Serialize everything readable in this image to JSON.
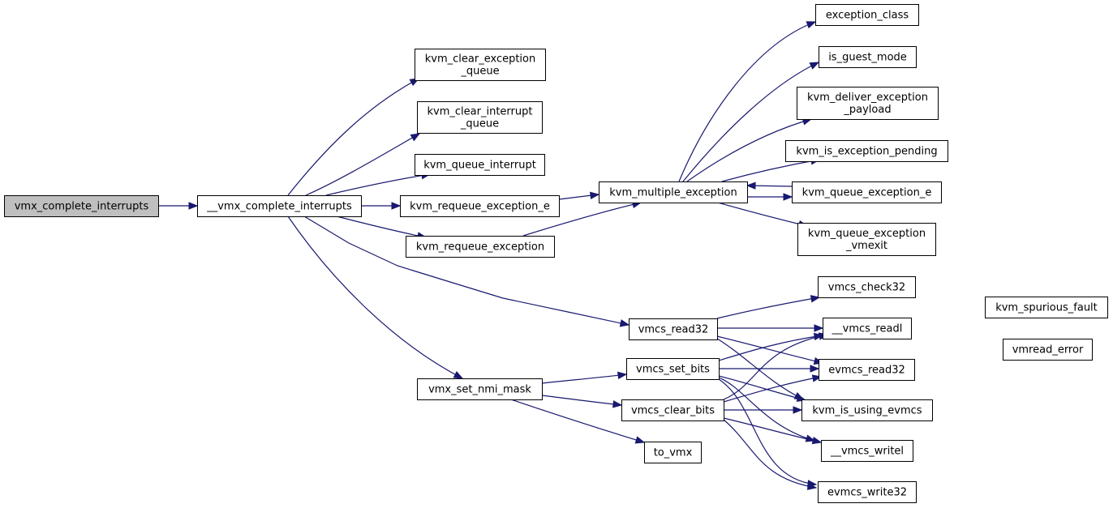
{
  "colors": {
    "edge": "#191970",
    "node_fill": "#ffffff",
    "root_fill": "#bfbfbf",
    "border": "#000000"
  },
  "nodes": [
    {
      "id": "vmx_complete_interrupts",
      "lines": [
        "vmx_complete_interrupts"
      ],
      "root": true
    },
    {
      "id": "__vmx_complete_interrupts",
      "lines": [
        "__vmx_complete_interrupts"
      ]
    },
    {
      "id": "kvm_clear_exception_queue",
      "lines": [
        "kvm_clear_exception",
        "_queue"
      ]
    },
    {
      "id": "kvm_clear_interrupt_queue",
      "lines": [
        "kvm_clear_interrupt",
        "_queue"
      ]
    },
    {
      "id": "kvm_queue_interrupt",
      "lines": [
        "kvm_queue_interrupt"
      ]
    },
    {
      "id": "kvm_requeue_exception_e",
      "lines": [
        "kvm_requeue_exception_e"
      ]
    },
    {
      "id": "kvm_requeue_exception",
      "lines": [
        "kvm_requeue_exception"
      ]
    },
    {
      "id": "vmcs_read32",
      "lines": [
        "vmcs_read32"
      ]
    },
    {
      "id": "vmx_set_nmi_mask",
      "lines": [
        "vmx_set_nmi_mask"
      ]
    },
    {
      "id": "kvm_multiple_exception",
      "lines": [
        "kvm_multiple_exception"
      ]
    },
    {
      "id": "exception_class",
      "lines": [
        "exception_class"
      ]
    },
    {
      "id": "is_guest_mode",
      "lines": [
        "is_guest_mode"
      ]
    },
    {
      "id": "kvm_deliver_exception_payload",
      "lines": [
        "kvm_deliver_exception",
        "_payload"
      ]
    },
    {
      "id": "kvm_is_exception_pending",
      "lines": [
        "kvm_is_exception_pending"
      ]
    },
    {
      "id": "kvm_queue_exception_e",
      "lines": [
        "kvm_queue_exception_e"
      ]
    },
    {
      "id": "kvm_queue_exception_vmexit",
      "lines": [
        "kvm_queue_exception",
        "_vmexit"
      ]
    },
    {
      "id": "vmcs_check32",
      "lines": [
        "vmcs_check32"
      ]
    },
    {
      "id": "__vmcs_readl",
      "lines": [
        "__vmcs_readl"
      ]
    },
    {
      "id": "evmcs_read32",
      "lines": [
        "evmcs_read32"
      ]
    },
    {
      "id": "kvm_is_using_evmcs",
      "lines": [
        "kvm_is_using_evmcs"
      ]
    },
    {
      "id": "vmcs_set_bits",
      "lines": [
        "vmcs_set_bits"
      ]
    },
    {
      "id": "vmcs_clear_bits",
      "lines": [
        "vmcs_clear_bits"
      ]
    },
    {
      "id": "to_vmx",
      "lines": [
        "to_vmx"
      ]
    },
    {
      "id": "__vmcs_writel",
      "lines": [
        "__vmcs_writel"
      ]
    },
    {
      "id": "evmcs_write32",
      "lines": [
        "evmcs_write32"
      ]
    },
    {
      "id": "kvm_spurious_fault",
      "lines": [
        "kvm_spurious_fault"
      ]
    },
    {
      "id": "vmread_error",
      "lines": [
        "vmread_error"
      ]
    }
  ],
  "edges": [
    {
      "from": "vmx_complete_interrupts",
      "to": "__vmx_complete_interrupts"
    },
    {
      "from": "__vmx_complete_interrupts",
      "to": "kvm_clear_exception_queue"
    },
    {
      "from": "__vmx_complete_interrupts",
      "to": "kvm_clear_interrupt_queue"
    },
    {
      "from": "__vmx_complete_interrupts",
      "to": "kvm_queue_interrupt"
    },
    {
      "from": "__vmx_complete_interrupts",
      "to": "kvm_requeue_exception_e"
    },
    {
      "from": "__vmx_complete_interrupts",
      "to": "kvm_requeue_exception"
    },
    {
      "from": "__vmx_complete_interrupts",
      "to": "vmcs_read32"
    },
    {
      "from": "__vmx_complete_interrupts",
      "to": "vmx_set_nmi_mask"
    },
    {
      "from": "kvm_requeue_exception_e",
      "to": "kvm_multiple_exception"
    },
    {
      "from": "kvm_requeue_exception",
      "to": "kvm_multiple_exception"
    },
    {
      "from": "kvm_multiple_exception",
      "to": "exception_class"
    },
    {
      "from": "kvm_multiple_exception",
      "to": "is_guest_mode"
    },
    {
      "from": "kvm_multiple_exception",
      "to": "kvm_deliver_exception_payload"
    },
    {
      "from": "kvm_multiple_exception",
      "to": "kvm_is_exception_pending"
    },
    {
      "from": "kvm_multiple_exception",
      "to": "kvm_queue_exception_e"
    },
    {
      "from": "kvm_queue_exception_e",
      "to": "kvm_multiple_exception"
    },
    {
      "from": "kvm_multiple_exception",
      "to": "kvm_queue_exception_vmexit"
    },
    {
      "from": "vmcs_read32",
      "to": "vmcs_check32"
    },
    {
      "from": "vmcs_read32",
      "to": "__vmcs_readl"
    },
    {
      "from": "vmcs_read32",
      "to": "evmcs_read32"
    },
    {
      "from": "vmcs_read32",
      "to": "kvm_is_using_evmcs"
    },
    {
      "from": "vmx_set_nmi_mask",
      "to": "vmcs_set_bits"
    },
    {
      "from": "vmx_set_nmi_mask",
      "to": "vmcs_clear_bits"
    },
    {
      "from": "vmx_set_nmi_mask",
      "to": "to_vmx"
    },
    {
      "from": "vmcs_set_bits",
      "to": "__vmcs_readl"
    },
    {
      "from": "vmcs_set_bits",
      "to": "evmcs_read32"
    },
    {
      "from": "vmcs_set_bits",
      "to": "kvm_is_using_evmcs"
    },
    {
      "from": "vmcs_set_bits",
      "to": "__vmcs_writel"
    },
    {
      "from": "vmcs_set_bits",
      "to": "evmcs_write32"
    },
    {
      "from": "vmcs_clear_bits",
      "to": "__vmcs_readl"
    },
    {
      "from": "vmcs_clear_bits",
      "to": "evmcs_read32"
    },
    {
      "from": "vmcs_clear_bits",
      "to": "kvm_is_using_evmcs"
    },
    {
      "from": "vmcs_clear_bits",
      "to": "__vmcs_writel"
    },
    {
      "from": "vmcs_clear_bits",
      "to": "evmcs_write32"
    },
    {
      "from": "__vmcs_readl",
      "to": "kvm_spurious_fault"
    },
    {
      "from": "__vmcs_readl",
      "to": "vmread_error"
    }
  ]
}
